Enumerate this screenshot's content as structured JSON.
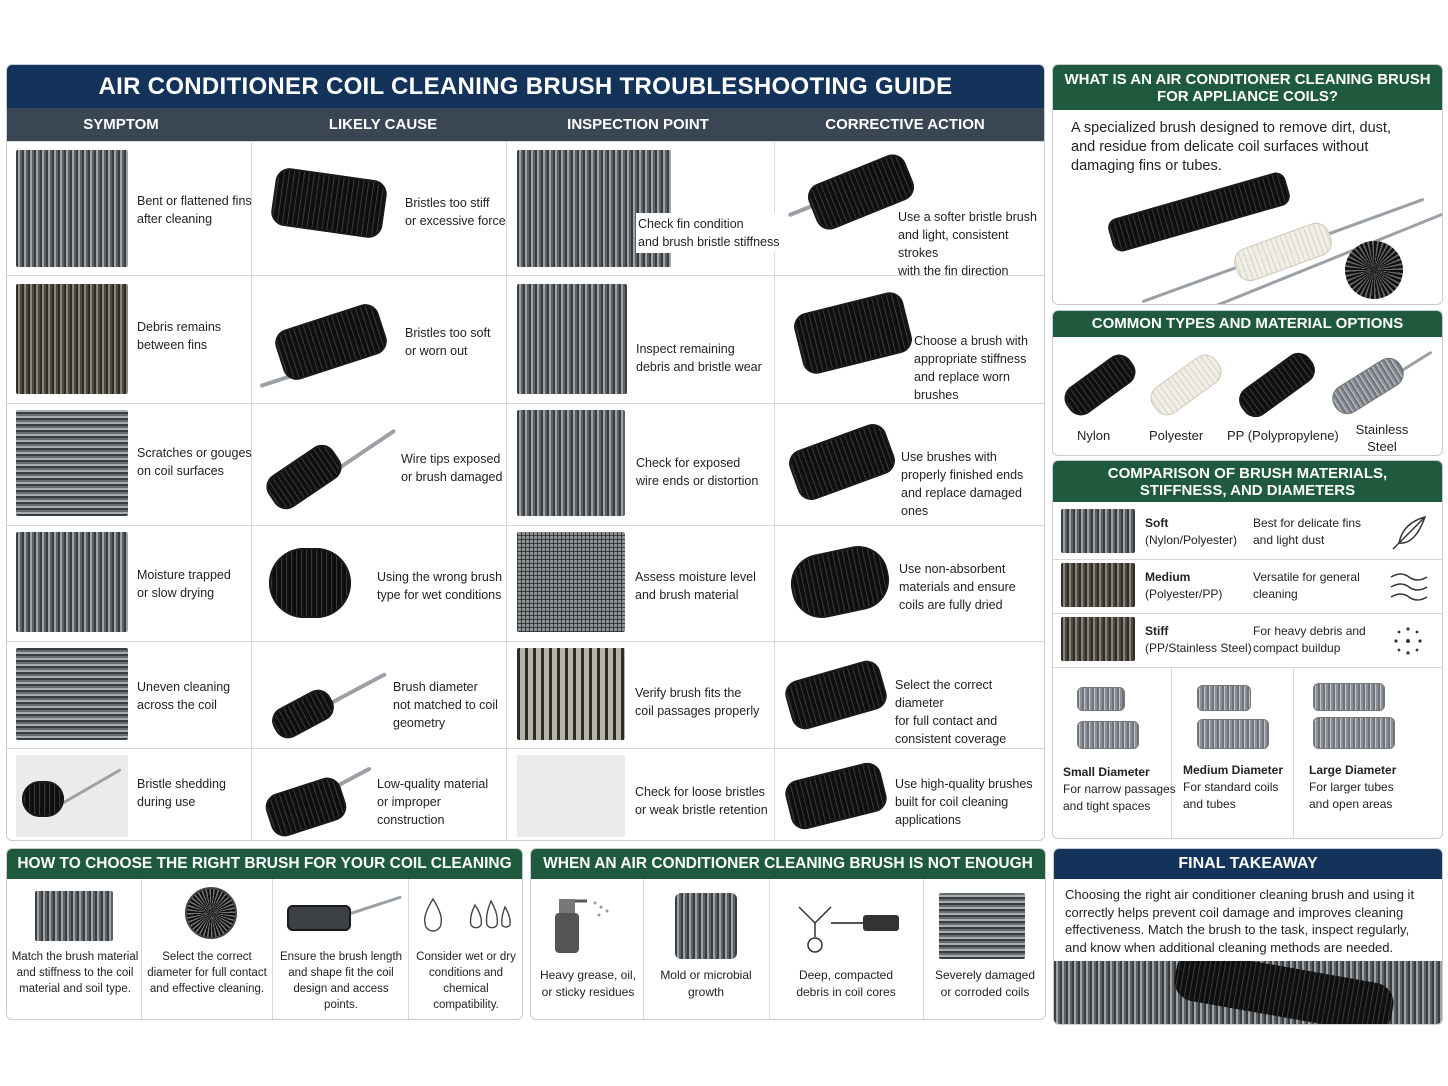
{
  "guide": {
    "title": "AIR CONDITIONER COIL CLEANING BRUSH TROUBLESHOOTING GUIDE",
    "columns": [
      "SYMPTOM",
      "LIKELY CAUSE",
      "INSPECTION POINT",
      "CORRECTIVE ACTION"
    ],
    "rows": [
      {
        "symptom": [
          "Bent or flattened fins",
          "after cleaning"
        ],
        "cause": [
          "Bristles too stiff",
          "or excessive force"
        ],
        "inspection": [
          "Check fin condition",
          "and brush bristle stiffness"
        ],
        "action": [
          "Use a softer bristle brush",
          "and light, consistent strokes",
          "with the fin direction"
        ]
      },
      {
        "symptom": [
          "Debris remains",
          "between fins"
        ],
        "cause": [
          "Bristles too soft",
          "or worn out"
        ],
        "inspection": [
          "Inspect remaining",
          "debris and bristle wear"
        ],
        "action": [
          "Choose a brush with",
          "appropriate stiffness",
          "and replace worn brushes"
        ]
      },
      {
        "symptom": [
          "Scratches or gouges",
          "on coil surfaces"
        ],
        "cause": [
          "Wire tips exposed",
          "or brush damaged"
        ],
        "inspection": [
          "Check for exposed",
          "wire ends or distortion"
        ],
        "action": [
          "Use brushes with",
          "properly finished ends",
          "and replace damaged ones"
        ]
      },
      {
        "symptom": [
          "Moisture trapped",
          "or slow drying"
        ],
        "cause": [
          "Using the wrong brush",
          "type for wet conditions"
        ],
        "inspection": [
          "Assess moisture level",
          "and brush material"
        ],
        "action": [
          "Use non-absorbent",
          "materials and ensure",
          "coils are fully dried"
        ]
      },
      {
        "symptom": [
          "Uneven cleaning",
          "across the coil"
        ],
        "cause": [
          "Brush diameter",
          "not matched to coil",
          "geometry"
        ],
        "inspection": [
          "Verify brush fits the",
          "coil passages properly"
        ],
        "action": [
          "Select the correct diameter",
          "for full contact and",
          "consistent coverage"
        ]
      },
      {
        "symptom": [
          "Bristle shedding",
          "during use"
        ],
        "cause": [
          "Low-quality material",
          "or improper",
          "construction"
        ],
        "inspection": [
          "Check for loose bristles",
          "or weak bristle retention"
        ],
        "action": [
          "Use high-quality brushes",
          "built for coil cleaning",
          "applications"
        ]
      }
    ]
  },
  "what_is": {
    "title": [
      "WHAT IS AN AIR CONDITIONER CLEANING BRUSH",
      "FOR APPLIANCE COILS?"
    ],
    "body": [
      "A specialized brush designed to remove dirt, dust,",
      "and residue from delicate coil surfaces without",
      "damaging fins or tubes."
    ]
  },
  "types": {
    "title": "COMMON TYPES AND MATERIAL OPTIONS",
    "items": [
      "Nylon",
      "Polyester",
      "PP (Polypropylene)",
      "Stainless Steel"
    ]
  },
  "comparison": {
    "title": [
      "COMPARISON OF BRUSH MATERIALS,",
      "STIFFNESS, AND DIAMETERS"
    ],
    "rows": [
      {
        "level": "Soft",
        "material": "(Nylon/Polyester)",
        "use": [
          "Best for delicate fins",
          "and light dust"
        ],
        "icon": "feather-icon"
      },
      {
        "level": "Medium",
        "material": "(Polyester/PP)",
        "use": [
          "Versatile for general",
          "cleaning"
        ],
        "icon": "waves-icon"
      },
      {
        "level": "Stiff",
        "material": "(PP/Stainless Steel)",
        "use": [
          "For heavy debris and",
          "compact buildup"
        ],
        "icon": "burst-icon"
      }
    ],
    "diameters": [
      {
        "name": "Small Diameter",
        "desc": [
          "For narrow passages",
          "and tight spaces"
        ]
      },
      {
        "name": "Medium Diameter",
        "desc": [
          "For standard coils",
          "and tubes"
        ]
      },
      {
        "name": "Large Diameter",
        "desc": [
          "For larger tubes",
          "and open areas"
        ]
      }
    ]
  },
  "choose": {
    "title": "HOW TO CHOOSE THE RIGHT BRUSH FOR YOUR COIL CLEANING TASK",
    "items": [
      [
        "Match the brush material",
        "and stiffness to the coil",
        "material and soil type."
      ],
      [
        "Select the correct",
        "diameter for full contact",
        "and effective cleaning."
      ],
      [
        "Ensure the brush length",
        "and shape fit the coil",
        "design and access points."
      ],
      [
        "Consider wet or dry",
        "conditions and chemical",
        "compatibility."
      ]
    ]
  },
  "not_enough": {
    "title": "WHEN AN AIR CONDITIONER CLEANING BRUSH IS NOT ENOUGH",
    "items": [
      [
        "Heavy grease, oil,",
        "or sticky residues"
      ],
      [
        "Mold or microbial",
        "growth"
      ],
      [
        "Deep, compacted",
        "debris in coil cores"
      ],
      [
        "Severely damaged",
        "or corroded coils"
      ]
    ]
  },
  "takeaway": {
    "title": "FINAL TAKEAWAY",
    "body": [
      "Choosing the right air conditioner cleaning brush and using it",
      "correctly helps prevent coil damage and improves cleaning",
      "effectiveness. Match the brush to the task, inspect regularly,",
      "and know when additional cleaning methods are needed."
    ]
  },
  "colors": {
    "navy": "#14335a",
    "green": "#1f5a3e",
    "slate": "#3a4653"
  }
}
